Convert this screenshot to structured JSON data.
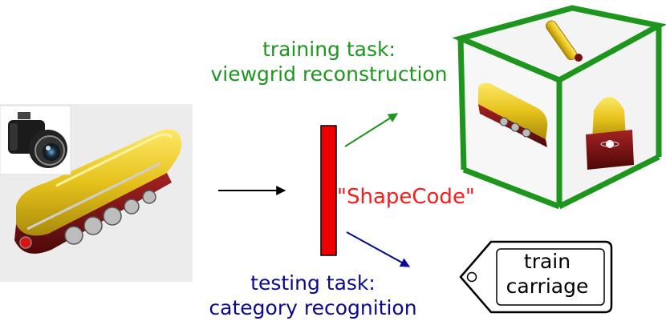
{
  "labels": {
    "training_line1": "training task:",
    "training_line2": "viewgrid reconstruction",
    "testing_line1": "testing task:",
    "testing_line2": "category recognition",
    "shapecode": "\"ShapeCode\"",
    "tag_line1": "train",
    "tag_line2": "carriage"
  },
  "colors": {
    "training": "#1e961e",
    "testing": "#0a0a8c",
    "shapecode": "#ff1a1a",
    "cube_edge": "#1e961e",
    "code_bar": "#ee0000",
    "train_body": "#e7c31f",
    "train_base": "#7a0f0f"
  },
  "icons": [
    "camera-icon",
    "train-image",
    "shapecode-bar",
    "viewgrid-cube",
    "label-tag-icon"
  ]
}
